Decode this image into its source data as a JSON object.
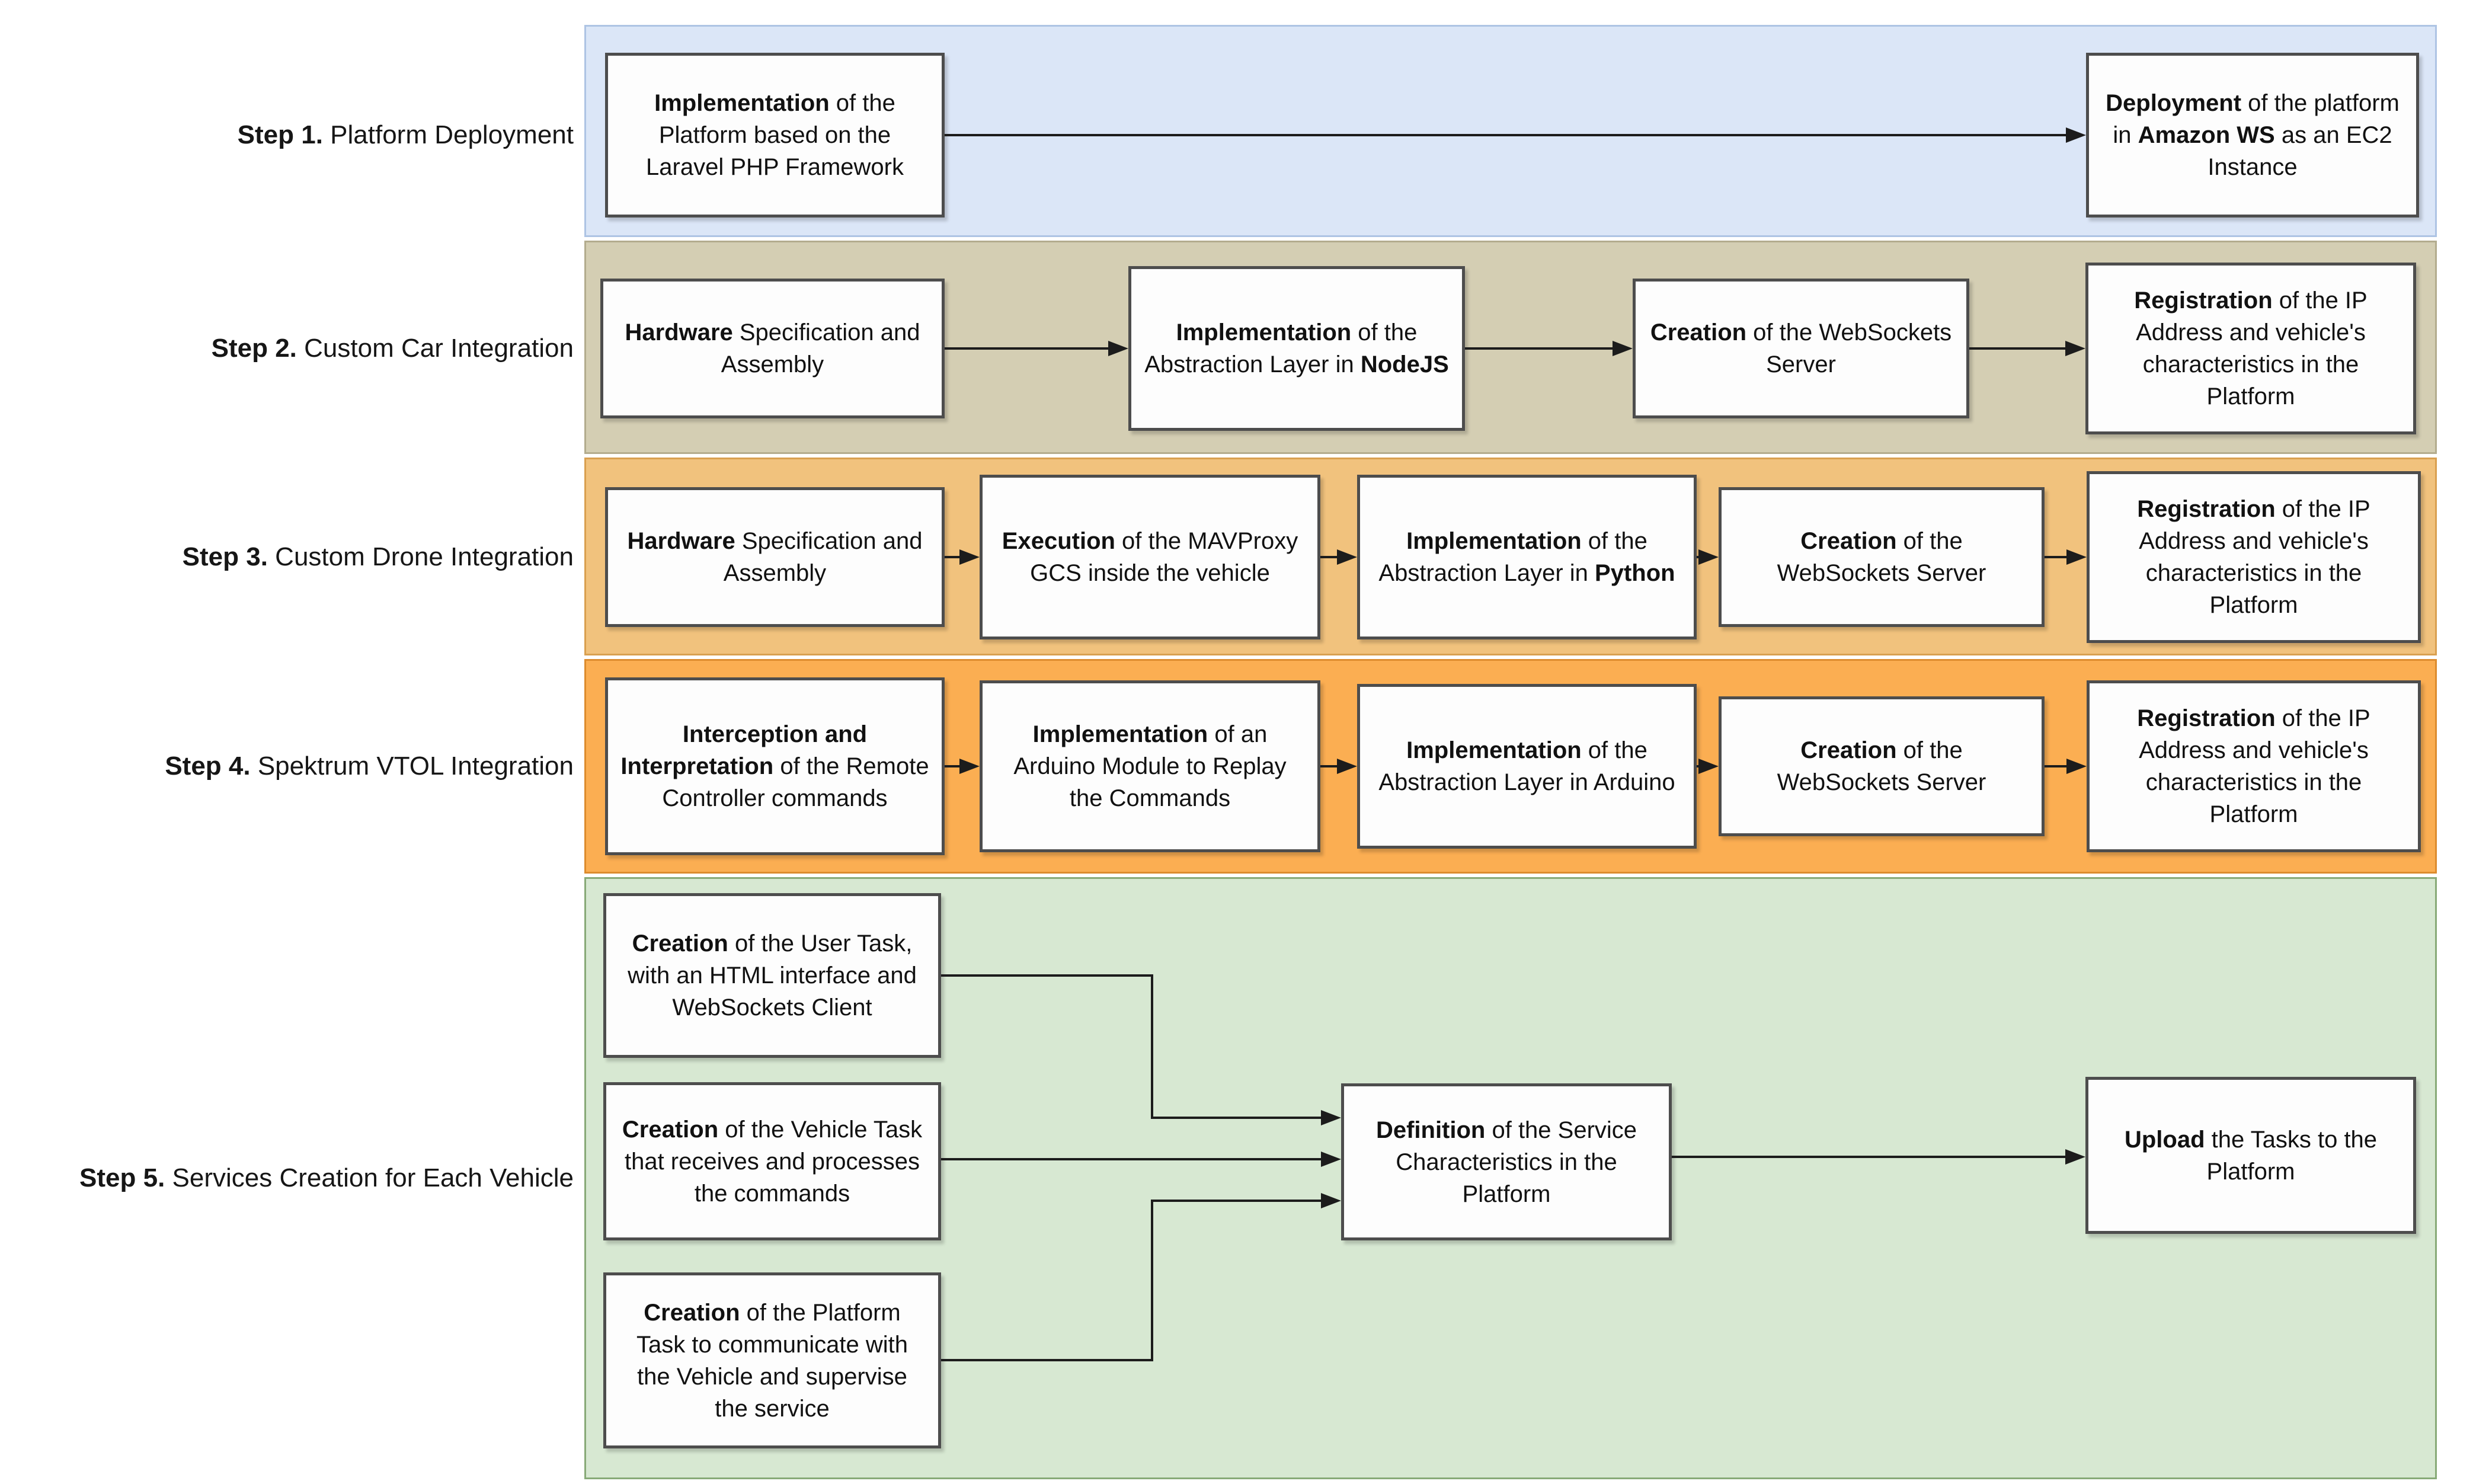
{
  "diagram": {
    "description": "Five-step integration workflow diagram",
    "steps": [
      {
        "id": "step1",
        "band_fill": "#dbe6f7",
        "band_border": "#aec4e4",
        "label": [
          {
            "t": "Step 1.",
            "b": true
          },
          {
            "t": " Platform Deployment",
            "b": false
          }
        ],
        "boxes": [
          {
            "segments": [
              {
                "t": "Implementation",
                "b": true
              },
              {
                "t": " of the Platform based on the Laravel PHP Framework",
                "b": false
              }
            ]
          },
          {
            "segments": [
              {
                "t": "Deployment",
                "b": true
              },
              {
                "t": " of the platform in ",
                "b": false
              },
              {
                "t": "Amazon WS",
                "b": true
              },
              {
                "t": " as an EC2 Instance",
                "b": false
              }
            ]
          }
        ]
      },
      {
        "id": "step2",
        "band_fill": "#d4ceb3",
        "band_border": "#b3ac8e",
        "label": [
          {
            "t": "Step 2.",
            "b": true
          },
          {
            "t": " Custom Car Integration",
            "b": false
          }
        ],
        "boxes": [
          {
            "segments": [
              {
                "t": "Hardware",
                "b": true
              },
              {
                "t": " Specification and Assembly",
                "b": false
              }
            ]
          },
          {
            "segments": [
              {
                "t": "Implementation",
                "b": true
              },
              {
                "t": " of the Abstraction Layer in ",
                "b": false
              },
              {
                "t": "NodeJS",
                "b": true
              }
            ]
          },
          {
            "segments": [
              {
                "t": "Creation",
                "b": true
              },
              {
                "t": " of the WebSockets Server",
                "b": false
              }
            ]
          },
          {
            "segments": [
              {
                "t": "Registration",
                "b": true
              },
              {
                "t": " of the IP Address and vehicle's characteristics in the Platform",
                "b": false
              }
            ]
          }
        ]
      },
      {
        "id": "step3",
        "band_fill": "#f1c27d",
        "band_border": "#d9a050",
        "label": [
          {
            "t": "Step 3.",
            "b": true
          },
          {
            "t": " Custom Drone Integration",
            "b": false
          }
        ],
        "boxes": [
          {
            "segments": [
              {
                "t": "Hardware",
                "b": true
              },
              {
                "t": " Specification and Assembly",
                "b": false
              }
            ]
          },
          {
            "segments": [
              {
                "t": "Execution",
                "b": true
              },
              {
                "t": " of the MAVProxy GCS inside the vehicle",
                "b": false
              }
            ]
          },
          {
            "segments": [
              {
                "t": "Implementation",
                "b": true
              },
              {
                "t": " of the Abstraction Layer in ",
                "b": false
              },
              {
                "t": "Python",
                "b": true
              }
            ]
          },
          {
            "segments": [
              {
                "t": "Creation",
                "b": true
              },
              {
                "t": " of the WebSockets Server",
                "b": false
              }
            ]
          },
          {
            "segments": [
              {
                "t": "Registration",
                "b": true
              },
              {
                "t": " of the IP Address and vehicle's characteristics in the Platform",
                "b": false
              }
            ]
          }
        ]
      },
      {
        "id": "step4",
        "band_fill": "#fbae52",
        "band_border": "#dd8c2e",
        "label": [
          {
            "t": "Step 4.",
            "b": true
          },
          {
            "t": " Spektrum VTOL Integration",
            "b": false
          }
        ],
        "boxes": [
          {
            "segments": [
              {
                "t": "Interception and Interpretation",
                "b": true
              },
              {
                "t": " of the Remote Controller commands",
                "b": false
              }
            ]
          },
          {
            "segments": [
              {
                "t": "Implementation",
                "b": true
              },
              {
                "t": " of an Arduino Module to Replay the Commands",
                "b": false
              }
            ]
          },
          {
            "segments": [
              {
                "t": "Implementation",
                "b": true
              },
              {
                "t": " of the Abstraction Layer in Arduino",
                "b": false
              }
            ]
          },
          {
            "segments": [
              {
                "t": "Creation",
                "b": true
              },
              {
                "t": " of the WebSockets Server",
                "b": false
              }
            ]
          },
          {
            "segments": [
              {
                "t": "Registration",
                "b": true
              },
              {
                "t": " of the IP Address and vehicle's characteristics in the Platform",
                "b": false
              }
            ]
          }
        ]
      },
      {
        "id": "step5",
        "band_fill": "#d7e8d2",
        "band_border": "#88aa78",
        "label": [
          {
            "t": "Step 5.",
            "b": true
          },
          {
            "t": " Services Creation for Each Vehicle",
            "b": false
          }
        ],
        "boxes": [
          {
            "segments": [
              {
                "t": "Creation",
                "b": true
              },
              {
                "t": " of the User Task, with an HTML interface and WebSockets Client",
                "b": false
              }
            ]
          },
          {
            "segments": [
              {
                "t": "Creation",
                "b": true
              },
              {
                "t": " of the Vehicle Task that receives and processes the commands",
                "b": false
              }
            ]
          },
          {
            "segments": [
              {
                "t": "Creation",
                "b": true
              },
              {
                "t": " of the Platform Task to communicate with the Vehicle and supervise the service",
                "b": false
              }
            ]
          },
          {
            "segments": [
              {
                "t": "Definition",
                "b": true
              },
              {
                "t": " of the Service Characteristics in the Platform",
                "b": false
              }
            ]
          },
          {
            "segments": [
              {
                "t": "Upload",
                "b": true
              },
              {
                "t": " the Tasks to the Platform",
                "b": false
              }
            ]
          }
        ]
      }
    ],
    "connector_color": "#1c1c1c",
    "box_fill": "#fdfdfd",
    "box_border": "#4d4d4d"
  }
}
